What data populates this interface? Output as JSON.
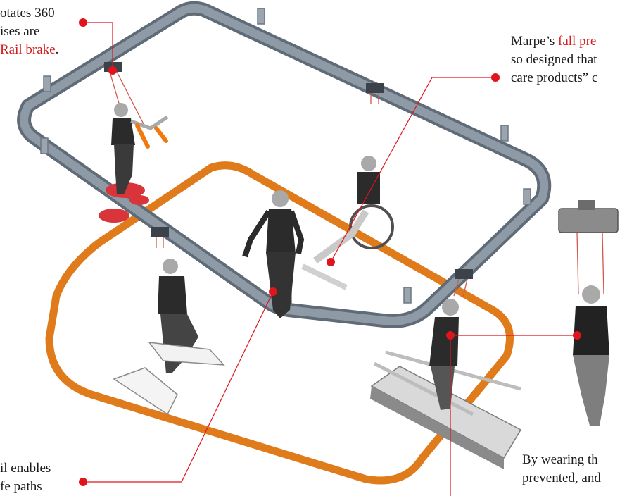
{
  "callouts": {
    "top_left": {
      "line1": "otates 360",
      "line2": "ises are",
      "line3_red": "Rail brake",
      "line3_tail": "."
    },
    "top_right": {
      "line1_pre": "Marpe’s ",
      "line1_red": "fall pre",
      "line2": "so designed that",
      "line3": "care products” c"
    },
    "bottom_left": {
      "line1": "il enables",
      "line2": "fe paths"
    },
    "bottom_right": {
      "line1": "By wearing th",
      "line2": "prevented, and"
    }
  },
  "colors": {
    "rail": "#7f8b96",
    "track": "#e07b1c",
    "callout": "#e0141d",
    "figure": "#a9a9a9",
    "clothing": "#2b2b2b"
  }
}
